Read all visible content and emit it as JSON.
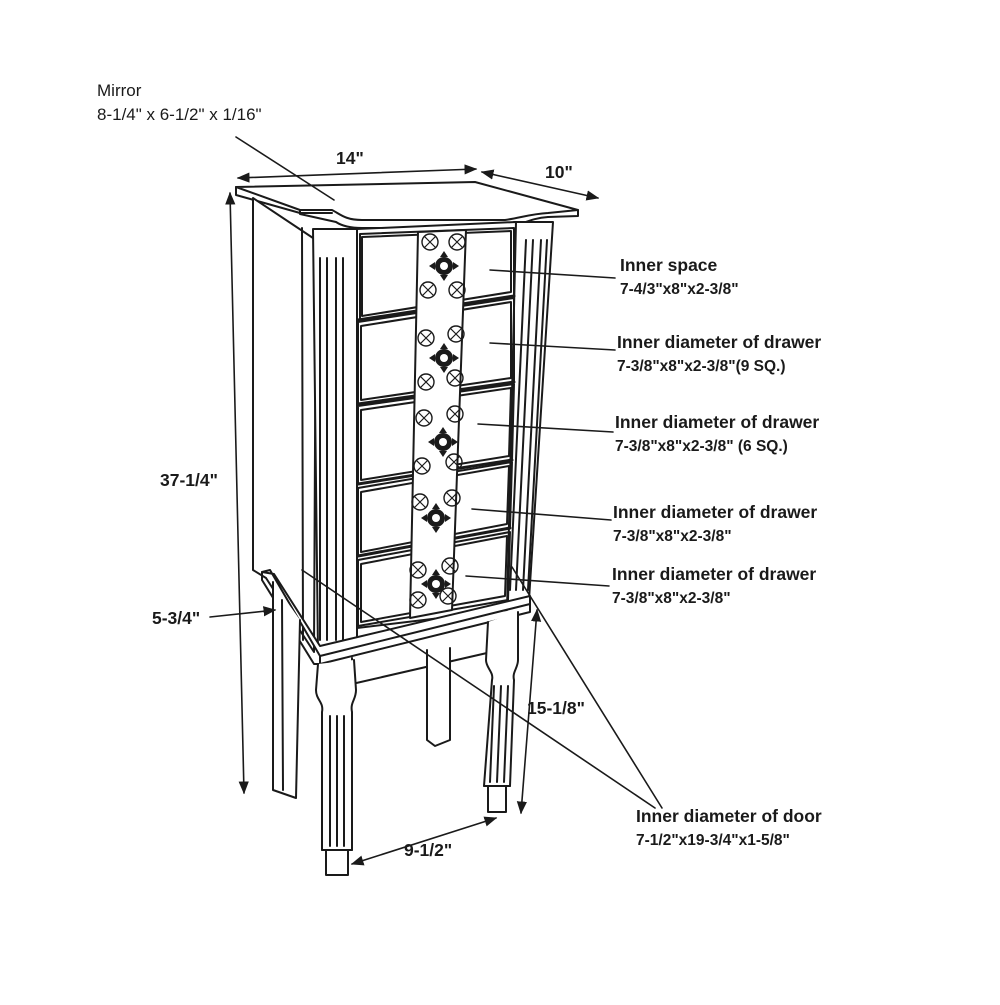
{
  "mirror": {
    "title": "Mirror",
    "size": "8-1/4\" x 6-1/2\" x 1/16\""
  },
  "dimensions": {
    "width": "14\"",
    "depth": "10\"",
    "height": "37-1/4\"",
    "top_tray": "5-3/4\"",
    "leg_height": "15-1/8\"",
    "leg_spacing": "9-1/2\""
  },
  "callouts": [
    {
      "title": "Inner space",
      "size": "7-4/3\"x8\"x2-3/8\""
    },
    {
      "title": "Inner diameter of drawer",
      "size": "7-3/8\"x8\"x2-3/8\"(9 SQ.)"
    },
    {
      "title": "Inner diameter of drawer",
      "size": "7-3/8\"x8\"x2-3/8\" (6 SQ.)"
    },
    {
      "title": "Inner diameter of drawer",
      "size": "7-3/8\"x8\"x2-3/8\""
    },
    {
      "title": "Inner diameter of drawer",
      "size": "7-3/8\"x8\"x2-3/8\""
    }
  ],
  "door": {
    "title": "Inner diameter of door",
    "size": "7-1/2\"x19-3/4\"x1-5/8\""
  }
}
